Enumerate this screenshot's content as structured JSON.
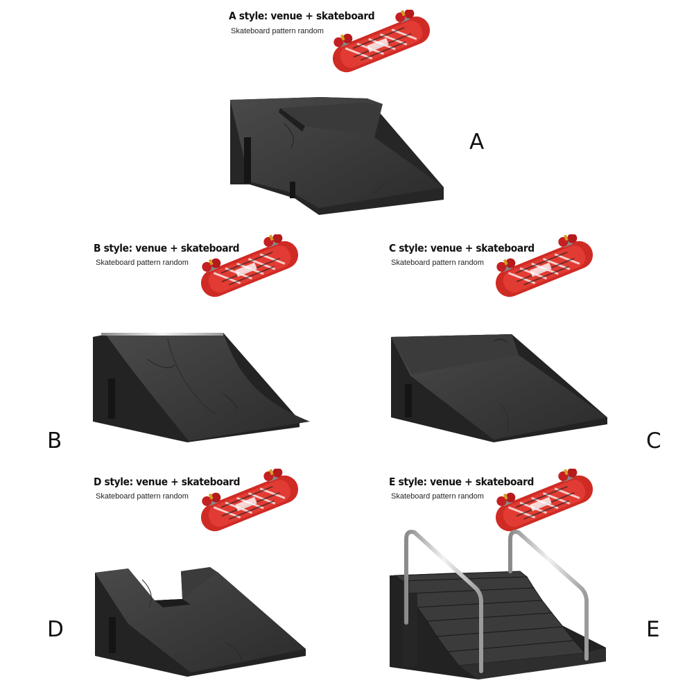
{
  "styles": [
    {
      "title": "A style: venue + skateboard",
      "subtitle": "Skateboard pattern random",
      "letter": "A"
    },
    {
      "title": "B style: venue + skateboard",
      "subtitle": "Skateboard pattern random",
      "letter": "B"
    },
    {
      "title": "C style: venue + skateboard",
      "subtitle": "Skateboard pattern random",
      "letter": "C"
    },
    {
      "title": "D style: venue + skateboard",
      "subtitle": "Skateboard pattern random",
      "letter": "D"
    },
    {
      "title": "E style: venue + skateboard",
      "subtitle": "Skateboard pattern random",
      "letter": "E"
    }
  ],
  "colors": {
    "ramp_dark": "#2a2a2a",
    "ramp_face": "#3c3c3c",
    "board_red": "#d62b26",
    "wheel_red": "#c41f22",
    "rail_silver": "#c8c8c8"
  }
}
